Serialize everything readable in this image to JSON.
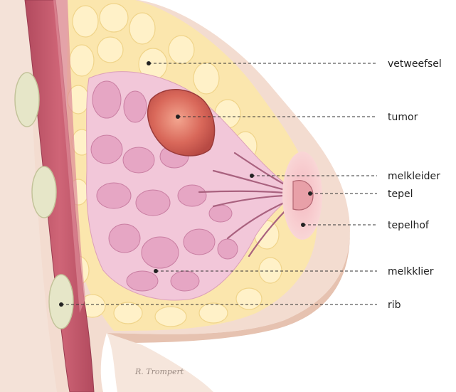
{
  "labels": {
    "fat": "vetweefsel",
    "tumor": "tumor",
    "duct": "melkleider",
    "nipple": "tepel",
    "areola": "tepelhof",
    "gland": "melkklier",
    "rib": "rib"
  },
  "signature": "R. Trompert",
  "colors": {
    "skin": "#f3dcd0",
    "skin_shadow": "#e9c8b6",
    "fat": "#fbe6ad",
    "gland": "#e6a6c4",
    "muscle": "#c2566b",
    "tumor": "#d96c5e",
    "rib": "#e6e6c8"
  }
}
